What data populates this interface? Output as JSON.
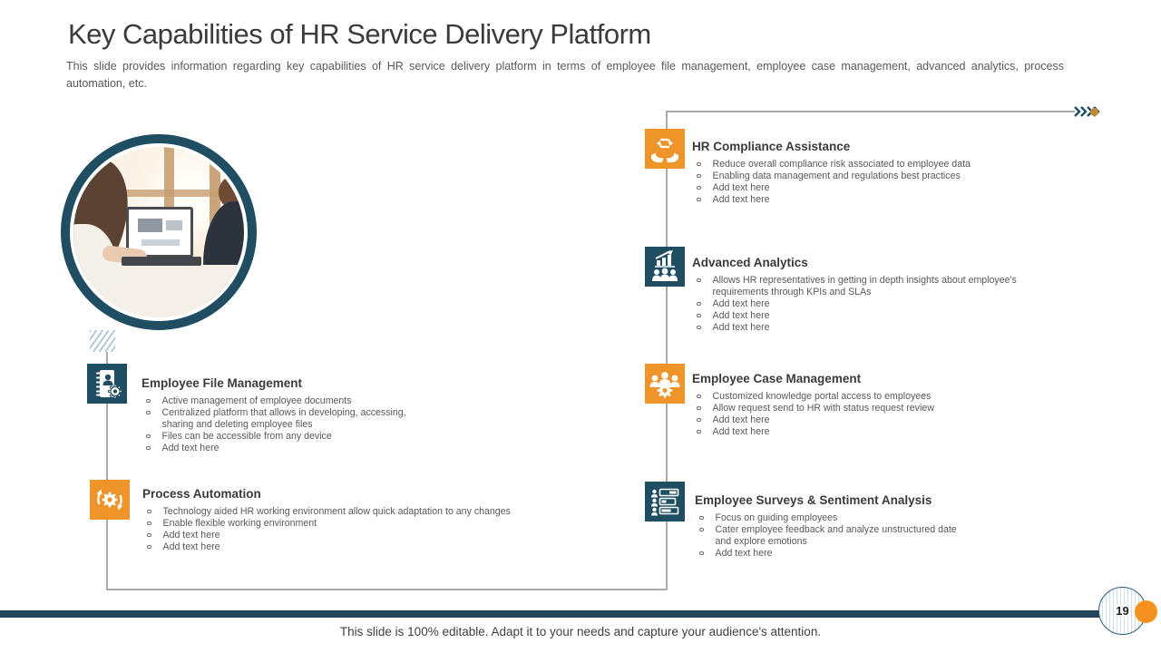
{
  "slide": {
    "title": "Key Capabilities of HR Service Delivery Platform",
    "subtitle": "This slide provides information regarding key capabilities of HR service delivery platform in terms of employee file management, employee case management, advanced analytics, process automation, etc.",
    "footer_note": "This slide is 100% editable. Adapt it to your needs and capture your audience's attention.",
    "page_number": "19"
  },
  "colors": {
    "orange": "#ef9428",
    "dark_blue": "#1f4e63",
    "connector_gray": "#ababab",
    "footer_bar": "#20465c",
    "body_text": "#595959"
  },
  "sections": [
    {
      "id": "hr-compliance-assistance",
      "title": "HR Compliance Assistance",
      "icon": "hands-cycle-icon",
      "color": "orange",
      "bullets": [
        "Reduce overall compliance risk associated to employee data",
        "Enabling data management and regulations best practices",
        "Add text here",
        "Add text here"
      ]
    },
    {
      "id": "advanced-analytics",
      "title": "Advanced Analytics",
      "icon": "analytics-chart-people-icon",
      "color": "blue",
      "bullets": [
        "Allows HR representatives in getting in depth insights about employee's requirements through KPIs  and SLAs",
        "Add text here",
        "Add text here",
        "Add text here"
      ]
    },
    {
      "id": "employee-case-management",
      "title": "Employee Case Management",
      "icon": "team-gear-icon",
      "color": "orange",
      "bullets": [
        "Customized knowledge portal access to employees",
        "Allow request send to HR  with status request review",
        "Add text here",
        "Add text here"
      ]
    },
    {
      "id": "employee-surveys-sentiment-analysis",
      "title": "Employee Surveys &  Sentiment Analysis",
      "icon": "survey-progress-icon",
      "color": "blue",
      "bullets": [
        "Focus on guiding  employees",
        "Cater employee  feedback and analyze unstructured date and explore emotions",
        "Add text here"
      ]
    },
    {
      "id": "employee-file-management",
      "title": "Employee File Management",
      "icon": "employee-file-gear-icon",
      "color": "blue",
      "bullets": [
        "Active management of employee documents",
        "Centralized platform that allows in developing, accessing, sharing and deleting employee files",
        "Files can be accessible from any device",
        "Add text here"
      ]
    },
    {
      "id": "process-automation",
      "title": "Process Automation",
      "icon": "gear-sync-icon",
      "color": "orange",
      "bullets": [
        "Technology aided HR  working environment allow quick adaptation to any changes",
        "Enable flexible working environment",
        "Add text here",
        "Add text here"
      ]
    }
  ]
}
